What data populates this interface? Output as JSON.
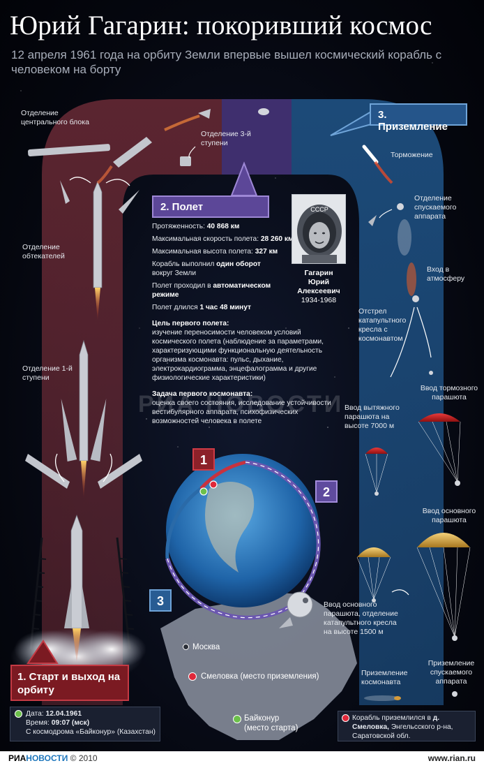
{
  "header": {
    "title": "Юрий Гагарин: покоривший космос",
    "subtitle": "12 апреля 1961 года на орбиту Земли впервые вышел космический корабль с человеком на борту"
  },
  "colors": {
    "stage1": "#7b1a22",
    "stage2": "#5c4798",
    "stage3": "#25558a",
    "accent_green": "#6cc04a",
    "accent_red": "#e0283a"
  },
  "left_labels": {
    "central": "Отделение центрального блока",
    "third": "Отделение 3-й ступени",
    "fairings": "Отделение обтекателей",
    "first": "Отделение 1-й ступени"
  },
  "stage1": {
    "title": "1. Старт и выход на орбиту"
  },
  "stage2": {
    "title": "2. Полет"
  },
  "stage3": {
    "title": "3. Приземление"
  },
  "flight": {
    "length_label": "Протяженность:",
    "length_value": "40 868 км",
    "speed_label": "Максимальная скорость полета:",
    "speed_value": "28 260 км/ч",
    "height_label": "Максимальная высота полета:",
    "height_value": "327 км",
    "orbit_pre": "Корабль выполнил",
    "orbit_bold": "один оборот",
    "orbit_post": "вокруг Земли",
    "mode_pre": "Полет проходил в",
    "mode_bold": "автоматическом режиме",
    "duration_pre": "Полет длился",
    "duration_bold": "1 час 48 минут",
    "goal_title": "Цель первого полета:",
    "goal_text": "изучение переносимости человеком условий космического полета (наблюдение за параметрами, характеризующими функциональную деятельность организма космонавта: пульс, дыхание, электрокардиограмма, энцефалограмма и другие физиологические характеристики)",
    "task_title": "Задача первого космонавта:",
    "task_text": "оценка своего состояния, исследование устойчивости вестибулярного аппарата, психофизических возможностей человека в полете"
  },
  "person": {
    "helmet_text": "СССР",
    "name1": "Гагарин",
    "name2": "Юрий",
    "name3": "Алексеевич",
    "years": "1934-1968"
  },
  "right_labels": {
    "braking": "Торможение",
    "capsule_sep": "Отделение спускаемого аппарата",
    "atmosphere": "Вход в атмосферу",
    "seat": "Отстрел катапультного кресла с космонавтом",
    "brake_chute": "Ввод тормозного парашюта",
    "pilot_chute": "Ввод вытяжного парашюта на высоте 7000 м",
    "main_chute": "Ввод основного парашюта",
    "main_chute_seat": "Ввод основного парашюта, отделение катапультного кресла на высоте 1500 м",
    "landing_cosmonaut": "Приземление космонавта",
    "landing_capsule": "Приземление спускаемого аппарата"
  },
  "orbit_numbers": [
    "1",
    "2",
    "3"
  ],
  "map": {
    "moscow": "Москва",
    "smelovka": "Смеловка (место приземления)",
    "baikonur": "Байконур (место старта)"
  },
  "launch_info": {
    "date_label": "Дата:",
    "date_value": "12.04.1961",
    "time_label": "Время:",
    "time_value": "09:07 (мск)",
    "from": "С космодрома «Байконур» (Казахстан)"
  },
  "landing_info": {
    "pre": "Корабль приземлился в",
    "bold": "д. Смеловка,",
    "post": "Энгельсского р-на, Саратовской обл."
  },
  "watermark": "РИА НОВОСТИ",
  "footer": {
    "brand_ria": "РИА",
    "brand_novosti": "НОВОСТИ",
    "year": "© 2010",
    "site": "www.rian.ru"
  }
}
